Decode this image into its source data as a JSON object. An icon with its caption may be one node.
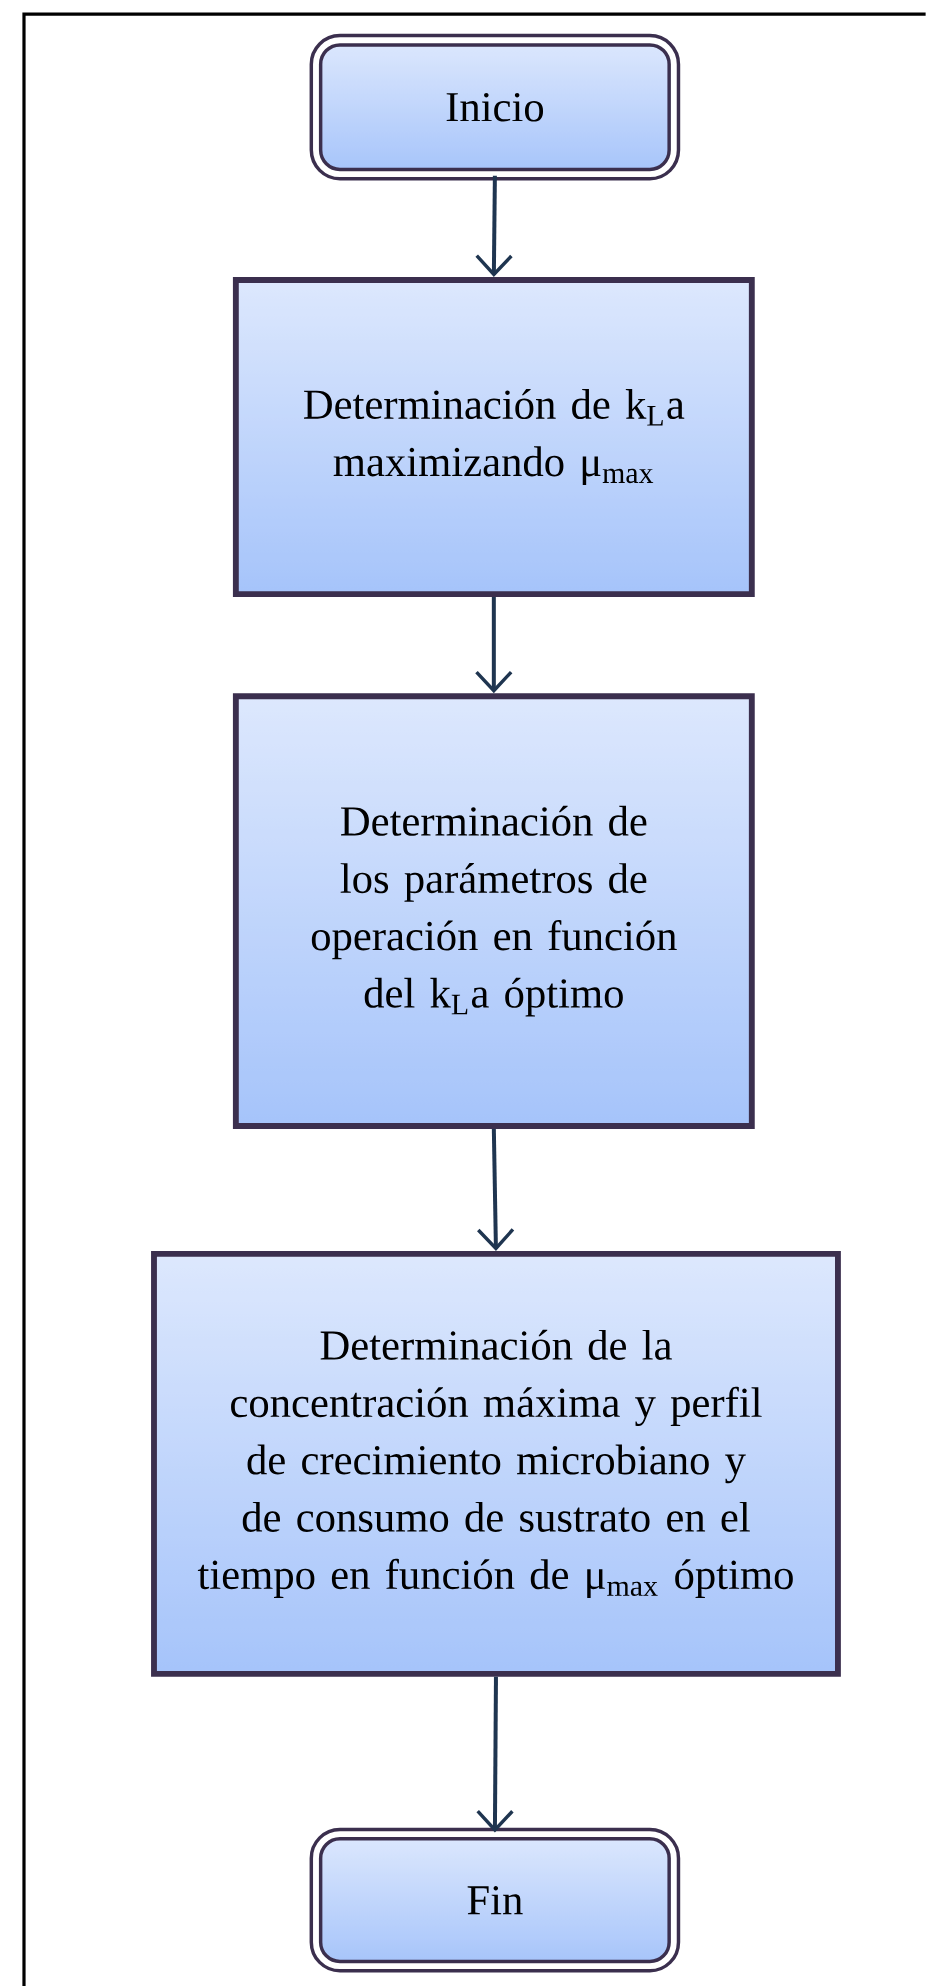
{
  "diagram": {
    "nodes": [
      {
        "text": [
          "Inicio"
        ]
      },
      {
        "text": [
          "Determinación de k$_{L}$a maximizando μ$_{max}$"
        ]
      },
      {
        "text": [
          "Determinación de los parámetros de operación en función del k$_{L}$a óptimo"
        ]
      },
      {
        "text": [
          "Determinación de la concentración máxima y perfil de crecimiento microbiano y de consumo de sustrato en el tiempo en función de μ$_{max}$ óptimo"
        ]
      },
      {
        "text": [
          "Fin"
        ]
      }
    ],
    "edges": [
      {
        "from": 0,
        "to": 1,
        "arrow": "to"
      },
      {
        "from": 1,
        "to": 2,
        "arrow": "to"
      },
      {
        "from": 2,
        "to": 3,
        "arrow": "to"
      },
      {
        "from": 3,
        "to": 4,
        "arrow": "to"
      }
    ]
  }
}
